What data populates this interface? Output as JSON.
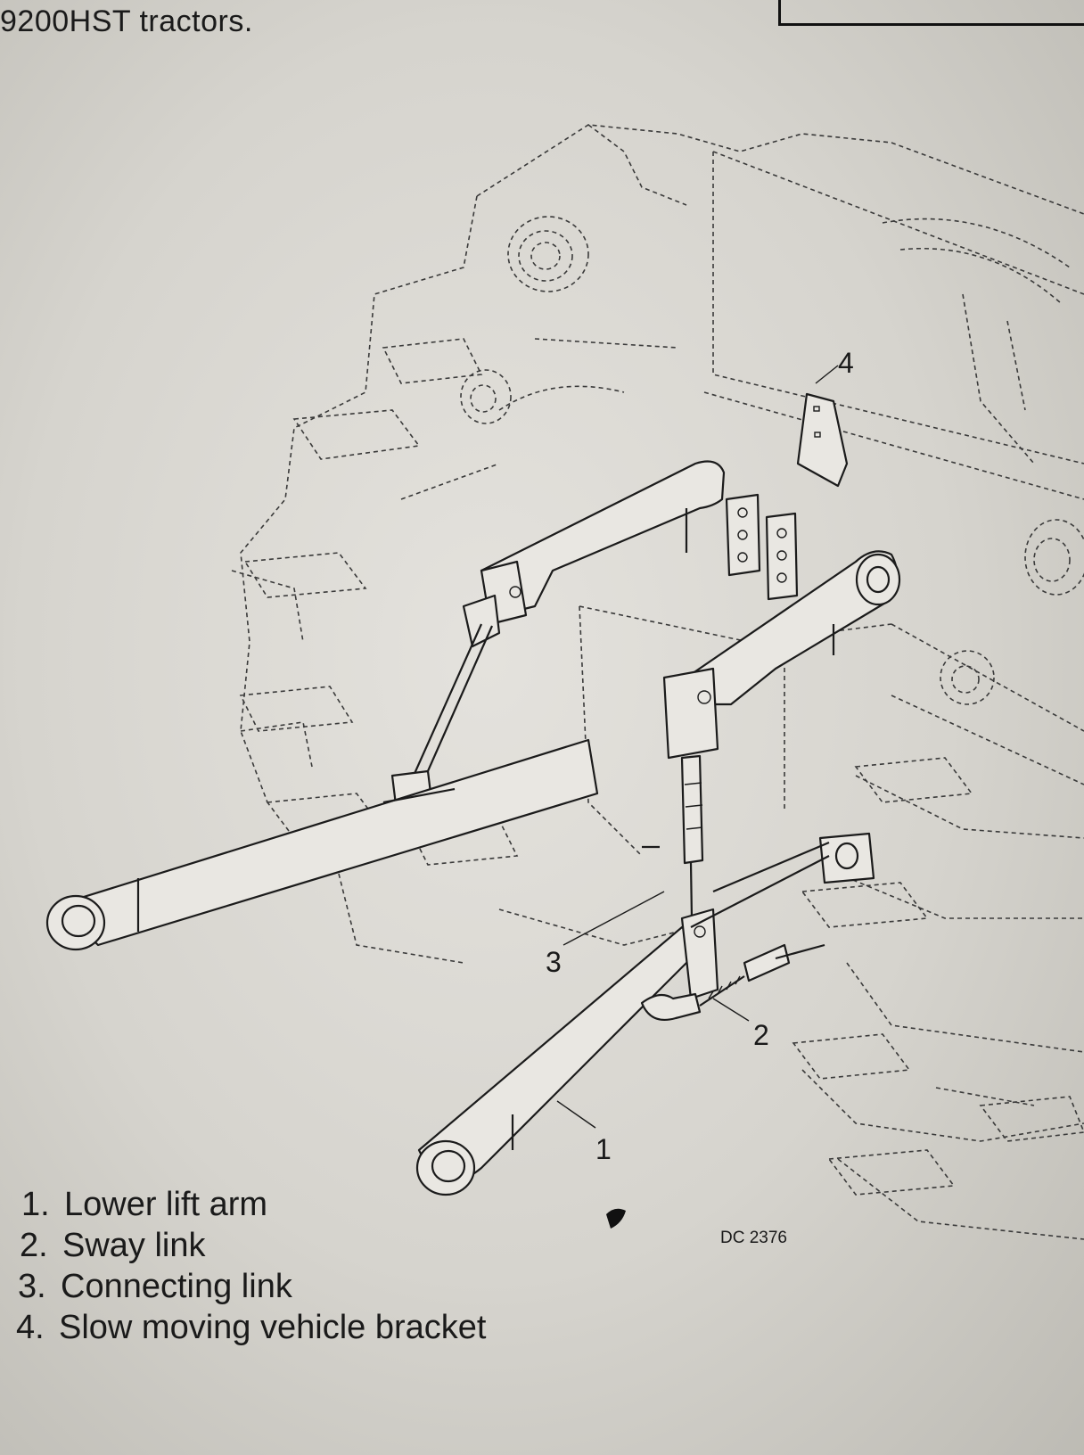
{
  "header": {
    "caption": "9200HST tractors."
  },
  "diagram": {
    "callouts": [
      "1",
      "2",
      "3",
      "4"
    ],
    "code": "DC 2376"
  },
  "legend": {
    "items": [
      {
        "number": "1.",
        "label": "Lower lift arm"
      },
      {
        "number": "2.",
        "label": "Sway link"
      },
      {
        "number": "3.",
        "label": "Connecting link"
      },
      {
        "number": "4.",
        "label": "Slow moving vehicle bracket"
      }
    ]
  }
}
